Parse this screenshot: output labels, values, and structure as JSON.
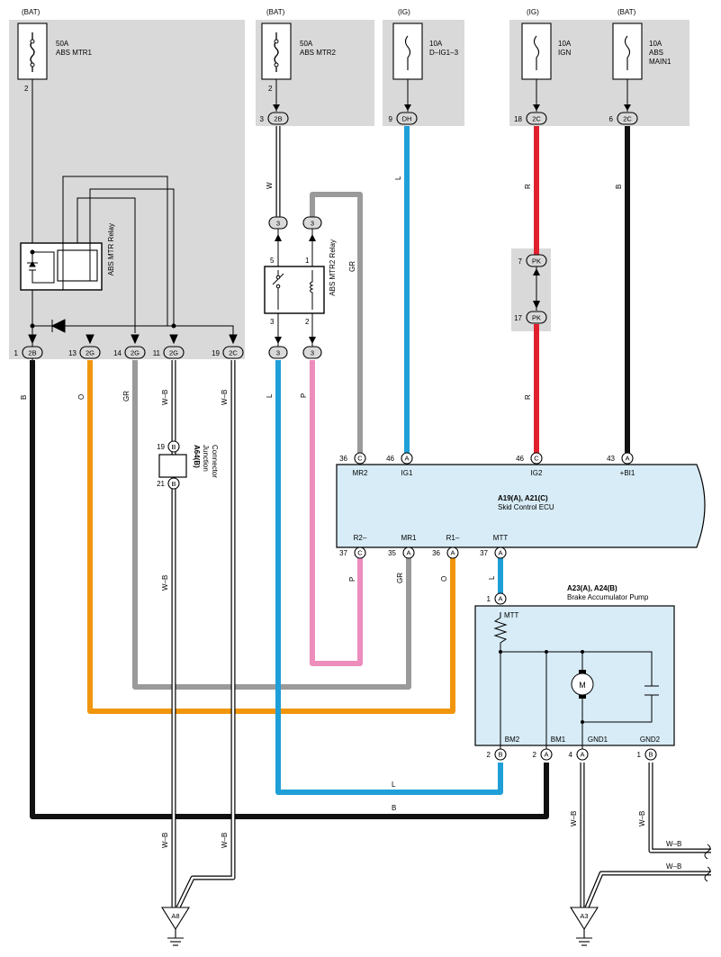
{
  "sources": {
    "bat1": "(BAT)",
    "bat2": "(BAT)",
    "ig1": "(IG)",
    "ig2": "(IG)",
    "bat3": "(BAT)"
  },
  "fuses": {
    "f1": {
      "amp": "50A",
      "name": "ABS MTR1",
      "pin": "2"
    },
    "f2": {
      "amp": "50A",
      "name": "ABS MTR2",
      "pin": "2"
    },
    "f3": {
      "amp": "10A",
      "name": "D–IG1–3"
    },
    "f4": {
      "amp": "10A",
      "name": "IGN"
    },
    "f5": {
      "amp": "10A",
      "name1": "ABS",
      "name2": "MAIN1"
    }
  },
  "relays": {
    "mtr": "ABS MTR Relay",
    "mtr2": "ABS MTR2 Relay",
    "mtr2_pins": {
      "p5": "5",
      "p1": "1",
      "p3": "3",
      "p2": "2"
    }
  },
  "connectors": {
    "c_2b_top": {
      "num": "3",
      "code": "2B"
    },
    "c_dh": {
      "num": "9",
      "code": "DH"
    },
    "c_2c_18": {
      "num": "18",
      "code": "2C"
    },
    "c_2c_6": {
      "num": "6",
      "code": "2C"
    },
    "c_pk7": {
      "num": "7",
      "code": "PK"
    },
    "c_pk17": {
      "num": "17",
      "code": "PK"
    },
    "c_r3a": {
      "code": "3"
    },
    "c_r3b": {
      "code": "3"
    },
    "c_r3c": {
      "code": "3"
    },
    "c_r3d": {
      "code": "3"
    },
    "c_2b_1": {
      "num": "1",
      "code": "2B"
    },
    "c_2g_13": {
      "num": "13",
      "code": "2G"
    },
    "c_2g_14": {
      "num": "14",
      "code": "2G"
    },
    "c_2g_11": {
      "num": "11",
      "code": "2G"
    },
    "c_2c_19": {
      "num": "19",
      "code": "2C"
    }
  },
  "wires": {
    "w_top": "W",
    "l_top": "L",
    "r_top": "R",
    "b_top": "B",
    "gr_top": "GR",
    "r_mid": "R",
    "b_left": "B",
    "o_left": "O",
    "gr_left": "GR",
    "wb_left": "W–B",
    "wb_left2": "W–B",
    "l_left": "L",
    "p_left": "P",
    "wb_jc": "W–B",
    "wb_bot1": "W–B",
    "wb_bot2": "W–B",
    "p_ecu": "P",
    "gr_ecu": "GR",
    "o_ecu": "O",
    "l_ecu": "L",
    "l_bottom": "L",
    "b_bottom": "B",
    "wb_pump1": "W–B",
    "wb_pump2": "W–B",
    "wb_right1": "W–B",
    "wb_right2": "W–B"
  },
  "junction": {
    "pin19": "19",
    "pin21": "21",
    "code": "B",
    "name1": "A64(B)",
    "name2": "Junction",
    "name3": "Connector"
  },
  "ecu": {
    "title": "A19(A), A21(C)",
    "subtitle": "Skid Control ECU",
    "top_pins": [
      {
        "num": "36",
        "code": "C",
        "label": "MR2"
      },
      {
        "num": "46",
        "code": "A",
        "label": "IG1"
      },
      {
        "num": "46",
        "code": "C",
        "label": "IG2"
      },
      {
        "num": "43",
        "code": "A",
        "label": "+BI1"
      }
    ],
    "bottom_pins": [
      {
        "num": "37",
        "code": "C",
        "label": "R2–"
      },
      {
        "num": "35",
        "code": "A",
        "label": "MR1"
      },
      {
        "num": "36",
        "code": "A",
        "label": "R1–"
      },
      {
        "num": "37",
        "code": "A",
        "label": "MTT"
      }
    ]
  },
  "pump": {
    "title": "A23(A), A24(B)",
    "subtitle": "Brake Accumulator Pump",
    "top_pin": {
      "num": "1",
      "code": "A",
      "label": "MTT"
    },
    "motor": "M",
    "bottom_pins": [
      {
        "num": "2",
        "code": "B",
        "label": "BM2"
      },
      {
        "num": "2",
        "code": "A",
        "label": "BM1"
      },
      {
        "num": "4",
        "code": "A",
        "label": "GND1"
      },
      {
        "num": "1",
        "code": "B",
        "label": "GND2"
      }
    ]
  },
  "grounds": {
    "g1": "A8",
    "g2": "A3"
  },
  "colors": {
    "panel": "#d9d9d9",
    "ecu_fill": "#d7ecf7",
    "blue": "#1f9fd8",
    "red": "#e0202e",
    "black": "#111111",
    "gray": "#9a9a9a",
    "orange": "#f0960e",
    "pink": "#ec8dbc"
  }
}
